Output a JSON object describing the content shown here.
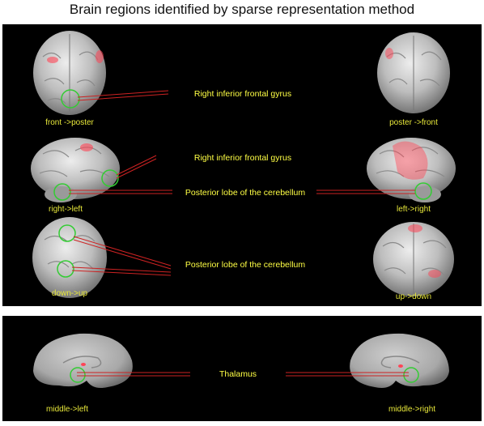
{
  "title": "Brain regions identified by sparse representation method",
  "views": {
    "front_poster": "front ->poster",
    "poster_front": "poster ->front",
    "right_left": "right->left",
    "left_right": "left->right",
    "down_up": "down->up",
    "up_down": "up->down",
    "middle_left": "middle->left",
    "middle_right": "middle->right"
  },
  "regions": {
    "rifg_1": "Right inferior frontal gyrus",
    "rifg_2": "Right inferior frontal gyrus",
    "cerebellum_1": "Posterior lobe of the cerebellum",
    "cerebellum_2": "Posterior lobe of the cerebellum",
    "thalamus": "Thalamus"
  },
  "colors": {
    "background": "#000000",
    "label": "#e8e83a",
    "highlight_circle": "#33cc33",
    "connector": "#cc2222",
    "activation": "#ff4455"
  }
}
